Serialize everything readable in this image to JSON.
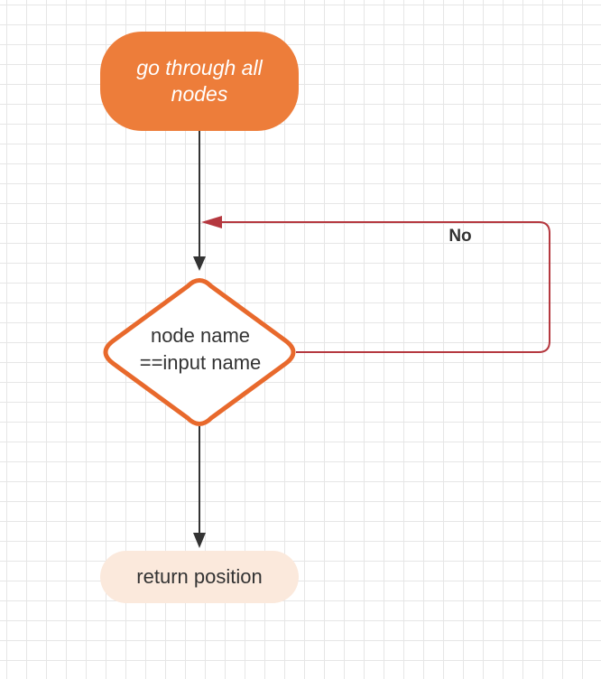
{
  "diagram": {
    "nodes": {
      "start": {
        "text": "go through all nodes",
        "shape": "rounded-rectangle",
        "color": "#ED7D3A"
      },
      "decision": {
        "line1": "node name",
        "line2": "==input name",
        "shape": "diamond",
        "border_color": "#E8692C"
      },
      "end": {
        "text": "return position",
        "shape": "rounded-rectangle",
        "color": "#FBE9DC"
      }
    },
    "edges": [
      {
        "from": "start",
        "to": "decision",
        "label": "",
        "color": "#333333"
      },
      {
        "from": "decision",
        "to": "decision",
        "label": "No",
        "color": "#B5383F"
      },
      {
        "from": "decision",
        "to": "end",
        "label": "",
        "color": "#333333"
      }
    ]
  }
}
